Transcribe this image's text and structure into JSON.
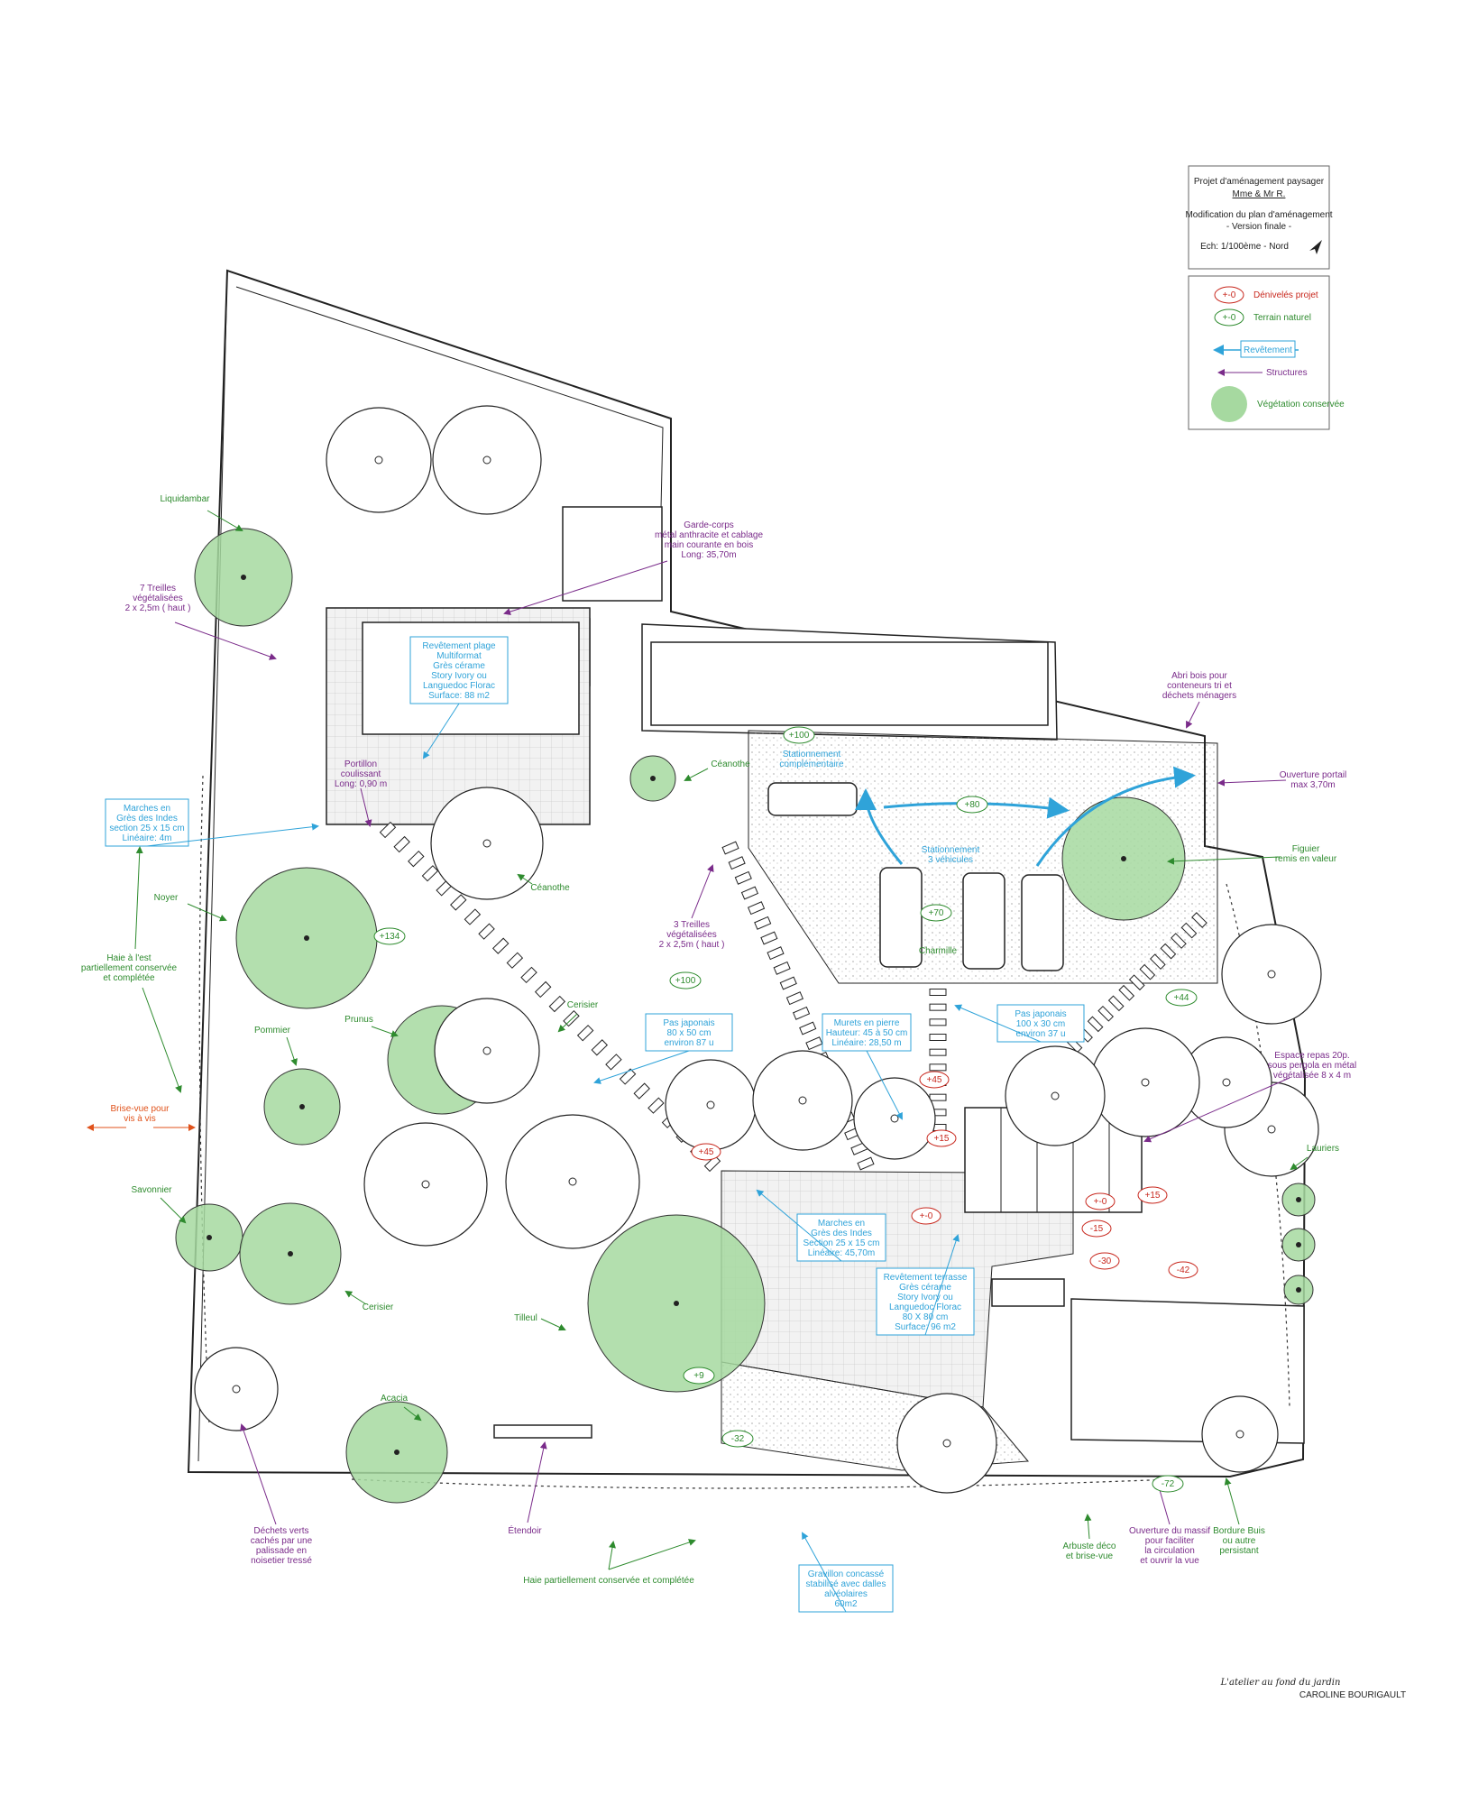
{
  "cartouche": {
    "line1": "Projet d'aménagement paysager",
    "line2": "Mme & Mr R.",
    "line3": "Modification du plan d'aménagement",
    "line4": "- Version finale -",
    "line5": "Ech: 1/100ème  -  Nord"
  },
  "legend": {
    "proj_sym": "+-0",
    "proj": "Dénivelés projet",
    "nat_sym": "+-0",
    "nat": "Terrain naturel",
    "rev": "Revêtement",
    "struct": "Structures",
    "veg": "Végétation conservée"
  },
  "colors": {
    "purple": "#7a2b8a",
    "green": "#2e8b2e",
    "blue": "#2fa3d9",
    "red": "#c8281e",
    "orange": "#e0521b",
    "veg": "#a6d9a0"
  },
  "plant_labels": {
    "liquidambar": "Liquidambar",
    "ceanothe1": "Céanothe",
    "ceanothe2": "Céanothe",
    "noyer": "Noyer",
    "haie_est": [
      "Haie à l'est",
      "partiellement conservée",
      "et complétée"
    ],
    "pommier": "Pommier",
    "prunus": "Prunus",
    "cerisier1": "Cerisier",
    "savonnier": "Savonnier",
    "cerisier2": "Cerisier",
    "tilleul": "Tilleul",
    "acacia": "Acacia",
    "charmille": "Charmille",
    "figuier": [
      "Figuier",
      "remis en valeur"
    ],
    "lauriers": "Lauriers",
    "haie_part": "Haie partiellement conservée et complétée",
    "arbuste": [
      "Arbuste déco",
      "et brise-vue"
    ],
    "bordure": [
      "Bordure Buis",
      "ou autre",
      "persistant"
    ]
  },
  "structure_labels": {
    "garde_corps": [
      "Garde-corps",
      "métal anthracite et cablage",
      "main courante en bois",
      "Long: 35,70m"
    ],
    "treilles7": [
      "7 Treilles",
      "végétalisées",
      "2 x 2,5m ( haut )"
    ],
    "portillon": [
      "Portillon",
      "coulissant",
      "Long: 0,90 m"
    ],
    "treilles3": [
      "3 Treilles",
      "végétalisées",
      "2 x 2,5m ( haut )"
    ],
    "abri": [
      "Abri bois pour",
      "conteneurs tri et",
      "déchets ménagers"
    ],
    "portail": [
      "Ouverture portail",
      "max 3,70m"
    ],
    "espace_repas": [
      "Espace repas 20p.",
      "sous pergola en métal",
      "végétalisée 8 x 4 m"
    ],
    "dechets": [
      "Déchets verts",
      "cachés par une",
      "palissade en",
      "noisetier tressé"
    ],
    "etendoir": "Étendoir",
    "ouverture": [
      "Ouverture du massif",
      "pour faciliter",
      "la circulation",
      "et ouvrir la vue"
    ],
    "brise_vue": [
      "Brise-vue pour",
      "vis à vis"
    ]
  },
  "parking_labels": {
    "stationnement_comp": [
      "Stationnement",
      "complémentaire"
    ],
    "stationnement": [
      "Stationnement",
      "3 véhicules"
    ]
  },
  "blue_boxes": {
    "plage": [
      "Revêtement plage",
      "Multiformat",
      "Grès cérame",
      "Story Ivory ou",
      "Languedoc Florac",
      "Surface: 88 m2"
    ],
    "marches1": [
      "Marches en",
      "Grès des Indes",
      "section 25 x 15 cm",
      "Linéaire: 4m"
    ],
    "pas1": [
      "Pas japonais",
      "80 x 50 cm",
      "environ 87 u"
    ],
    "murets": [
      "Murets en pierre",
      "Hauteur: 45 à 50 cm",
      "Linéaire: 28,50 m"
    ],
    "pas2": [
      "Pas japonais",
      "100 x 30 cm",
      "environ 37 u"
    ],
    "marches2": [
      "Marches en",
      "Grès des Indes",
      "Section 25 x 15 cm",
      "Linéaire: 45,70m"
    ],
    "terrasse": [
      "Revêtement terrasse",
      "Grès cérame",
      "Story Ivory ou",
      "Languedoc Florac",
      "80 X 80 cm",
      "Surface: 96 m2"
    ],
    "gravillon": [
      "Gravillon concassé",
      "stabilisé avec dalles",
      "alvéolaires",
      "60m2"
    ]
  },
  "levels_natural": [
    "+100",
    "+80",
    "+70",
    "+134",
    "+100",
    "+44",
    "+9",
    "-32",
    "-72"
  ],
  "levels_project": [
    "+45",
    "+15",
    "+45",
    "+-0",
    "+15",
    "+-0",
    "-15",
    "-30",
    "-42"
  ],
  "signature": {
    "line1": "L'atelier au fond du jardin",
    "line2": "CAROLINE BOURIGAULT"
  }
}
